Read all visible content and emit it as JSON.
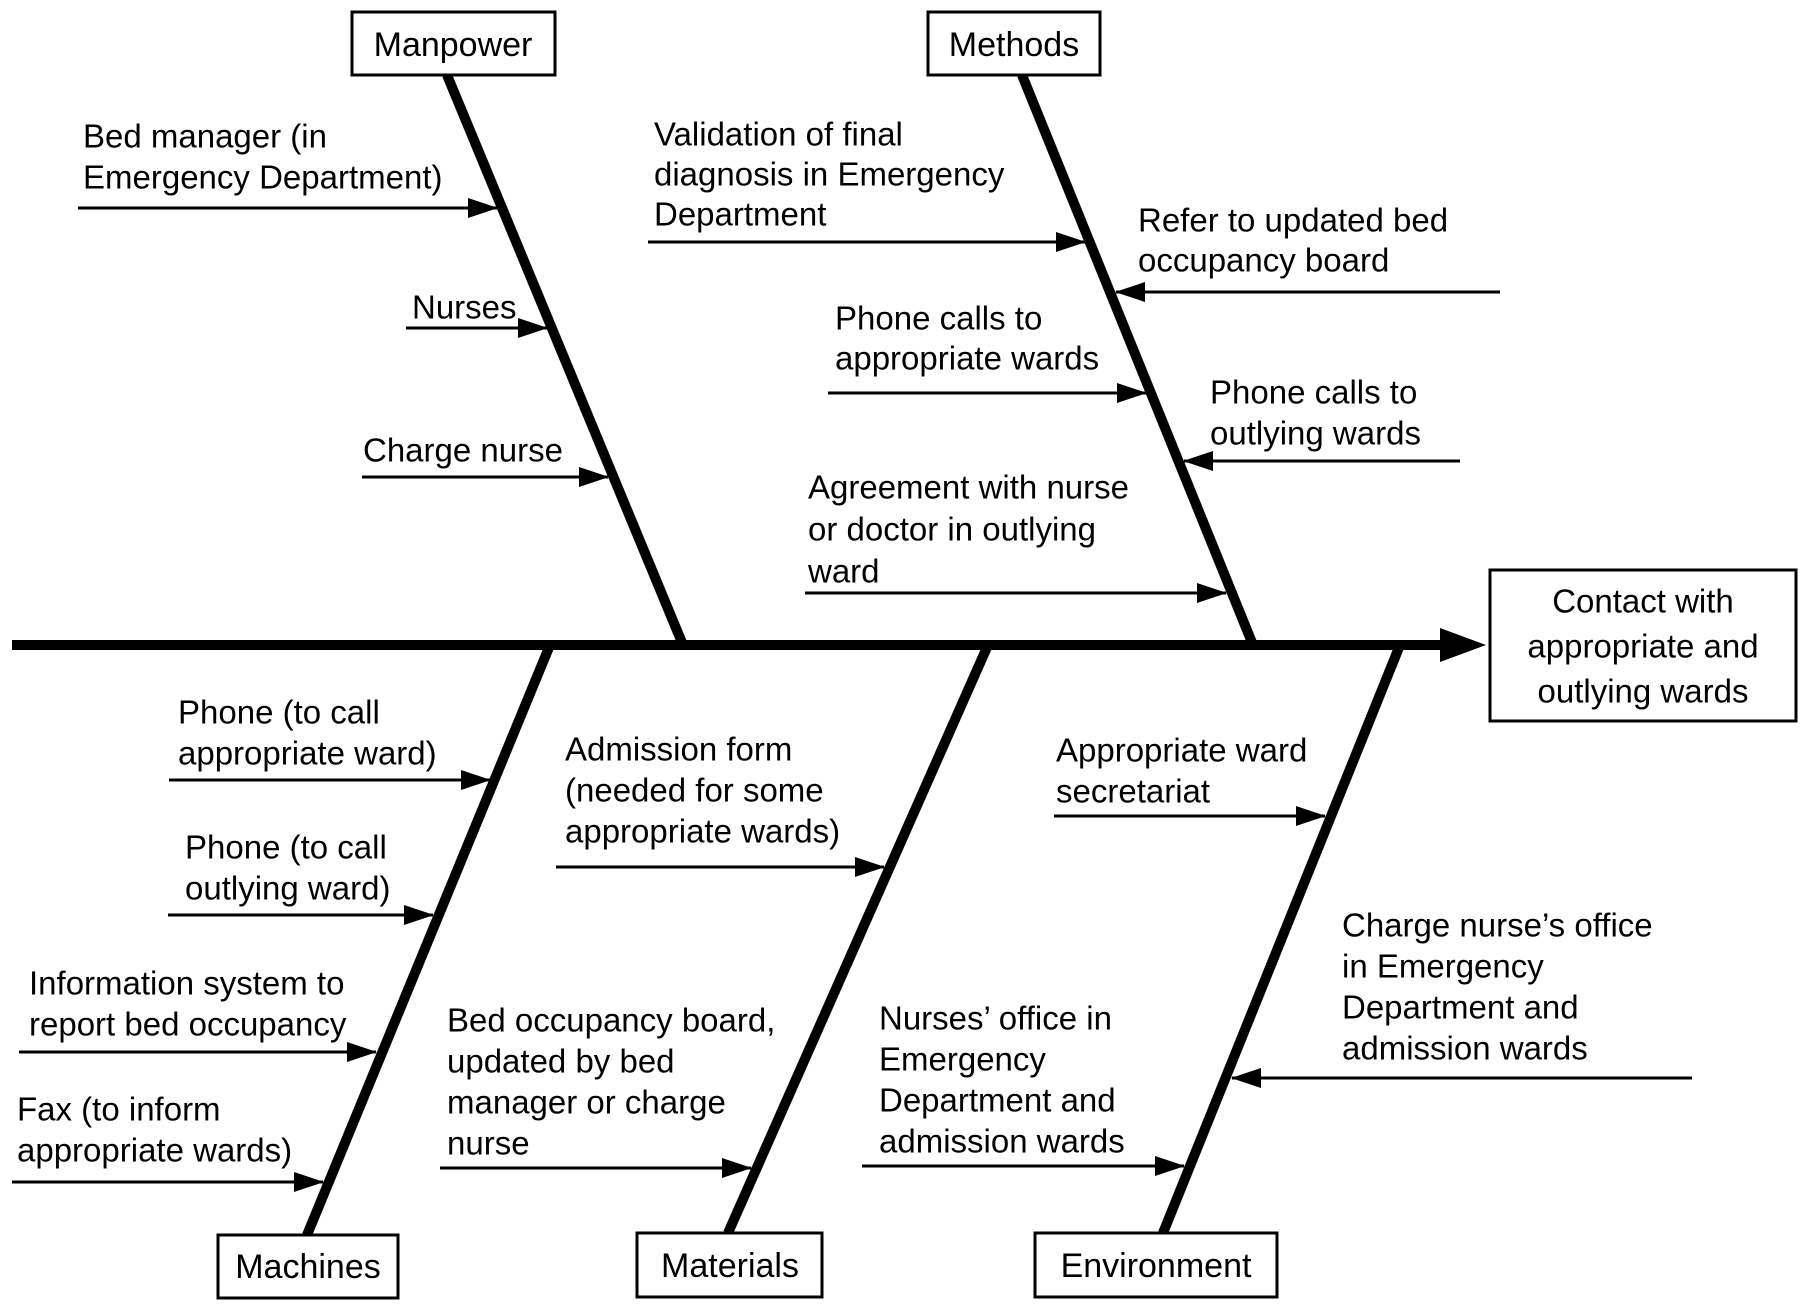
{
  "colors": {
    "ink": "#000000",
    "background": "#ffffff"
  },
  "effect": {
    "lines": [
      "Contact with",
      "appropriate and",
      "outlying wards"
    ]
  },
  "categories": {
    "manpower": {
      "label": "Manpower",
      "causes": {
        "bed_manager": {
          "lines": [
            "Bed manager (in",
            "Emergency Department)"
          ]
        },
        "nurses": {
          "lines": [
            "Nurses"
          ]
        },
        "charge_nurse": {
          "lines": [
            "Charge nurse"
          ]
        }
      }
    },
    "methods": {
      "label": "Methods",
      "causes": {
        "validation": {
          "lines": [
            "Validation of final",
            "diagnosis in Emergency",
            "Department"
          ]
        },
        "refer_board": {
          "lines": [
            "Refer to updated bed",
            "occupancy board"
          ]
        },
        "phone_appropriate": {
          "lines": [
            "Phone calls to",
            "appropriate wards"
          ]
        },
        "phone_outlying": {
          "lines": [
            "Phone calls to",
            "outlying wards"
          ]
        },
        "agreement": {
          "lines": [
            "Agreement with nurse",
            "or doctor in outlying",
            "ward"
          ]
        }
      }
    },
    "machines": {
      "label": "Machines",
      "causes": {
        "phone_appropriate": {
          "lines": [
            "Phone (to call",
            "appropriate ward)"
          ]
        },
        "phone_outlying": {
          "lines": [
            "Phone (to call",
            "outlying ward)"
          ]
        },
        "information_system": {
          "lines": [
            "Information system to",
            "report bed occupancy"
          ]
        },
        "fax": {
          "lines": [
            "Fax (to inform",
            "appropriate wards)"
          ]
        }
      }
    },
    "materials": {
      "label": "Materials",
      "causes": {
        "admission_form": {
          "lines": [
            "Admission form",
            "(needed for some",
            "appropriate wards)"
          ]
        },
        "bed_occupancy_board": {
          "lines": [
            "Bed occupancy board,",
            "updated by bed",
            "manager or charge",
            "nurse"
          ]
        }
      }
    },
    "environment": {
      "label": "Environment",
      "causes": {
        "ward_secretariat": {
          "lines": [
            "Appropriate ward",
            "secretariat"
          ]
        },
        "nurses_office": {
          "lines": [
            "Nurses’ office in",
            "Emergency",
            "Department and",
            "admission wards"
          ]
        },
        "charge_nurse_office": {
          "lines": [
            "Charge nurse’s office",
            "in Emergency",
            "Department and",
            "admission wards"
          ]
        }
      }
    }
  }
}
